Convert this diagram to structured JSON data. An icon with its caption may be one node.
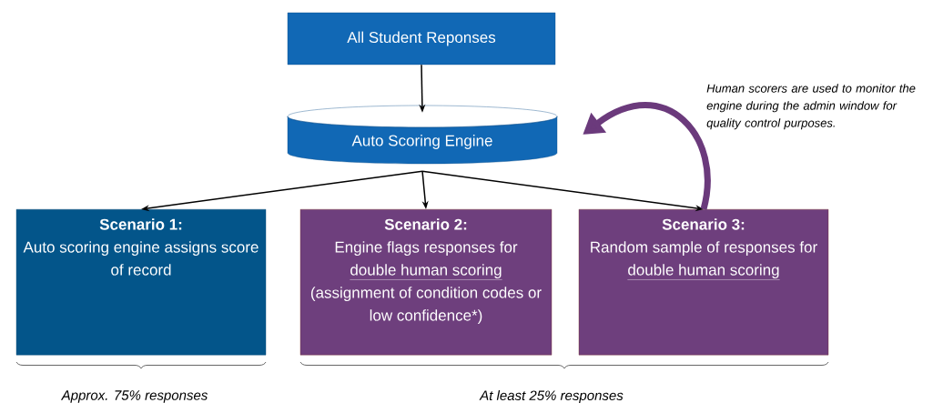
{
  "diagram": {
    "nodes": [
      {
        "text": [
          "All Student Reponses"
        ]
      },
      {
        "text": [
          "Auto Scoring Engine"
        ]
      },
      {
        "text": [
          "Scenario 1:",
          "Auto scoring engine assigns score of record"
        ]
      },
      {
        "text": [
          "Scenario 2:",
          "Engine flags responses for",
          "double human scoring",
          "(assignment of condition codes or low confidence*)"
        ]
      },
      {
        "text": [
          "Scenario 3:",
          "Random sample of responses for",
          "double human scoring"
        ]
      }
    ],
    "edges": [
      {
        "from": 0,
        "to": 1,
        "arrow": "to"
      },
      {
        "from": 1,
        "to": 2,
        "arrow": "to"
      },
      {
        "from": 1,
        "to": 3,
        "arrow": "to"
      },
      {
        "from": 1,
        "to": 4,
        "arrow": "to"
      },
      {
        "from": 4,
        "to": 1,
        "arrow": "to",
        "style": "thick",
        "color": "#6b3a7c"
      }
    ],
    "labels": [
      "Human scorers are used to monitor the engine during the admin window for quality control purposes.",
      "Approx. 75% responses",
      "At least 25% responses"
    ]
  }
}
